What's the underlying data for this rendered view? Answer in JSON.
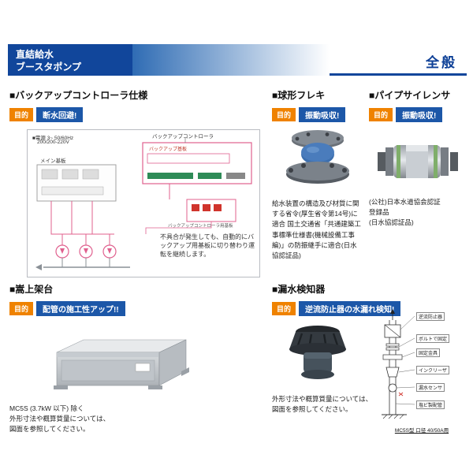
{
  "header": {
    "product_line1": "直結給水",
    "product_line2": "ブースタポンプ",
    "category": "全般"
  },
  "purpose_label": "目的",
  "sections": {
    "backup_controller": {
      "title": "■バックアップコントローラ仕様",
      "purpose": "断水回避!",
      "diagram": {
        "power_note1": "■電源 3~ 50/60Hz",
        "power_note2": "200/200-220V",
        "controller_label": "バックアップコントローラ",
        "backup_board_label": "バックアップ基板",
        "main_board_label": "メイン基板",
        "board_caption": "バックアップコントローラ用基板",
        "description": "不具合が発生しても、自動的にバックアップ用基板に切り替わり運転を継続します。"
      }
    },
    "spherical_flex": {
      "title": "■球形フレキ",
      "purpose": "振動吸収!",
      "description": "給水装置の構造及び材質に関する省令(厚生省令第14号)に適合 国土交通省「共通建築工事標準仕様書(機械設備工事編)」の防振継手に適合(日水協認証品)"
    },
    "pipe_silencer": {
      "title": "■パイプサイレンサ",
      "purpose": "振動吸収!",
      "description1": "(公社)日本水道協会認証",
      "description2": "登録品",
      "description3": "(日水協認証品)"
    },
    "raised_base": {
      "title": "■嵩上架台",
      "purpose": "配管の施工性アップ!!",
      "note1": "MC5S (3.7kW 以下) 除く",
      "note2": "外形寸法や概算質量については、",
      "note3": "図面を参照してください。"
    },
    "leak_detector": {
      "title": "■漏水検知器",
      "purpose": "逆流防止器の水漏れ検知!",
      "note1": "外形寸法や概算質量については、",
      "note2": "図面を参照してください。",
      "drawing": {
        "labels": [
          "逆流防止器",
          "ボルトで固定",
          "固定金具",
          "インクリーザ",
          "漏水センサ",
          "塩ビ製配管"
        ],
        "caption": "MC5S型 口径 40/50A用"
      }
    }
  }
}
